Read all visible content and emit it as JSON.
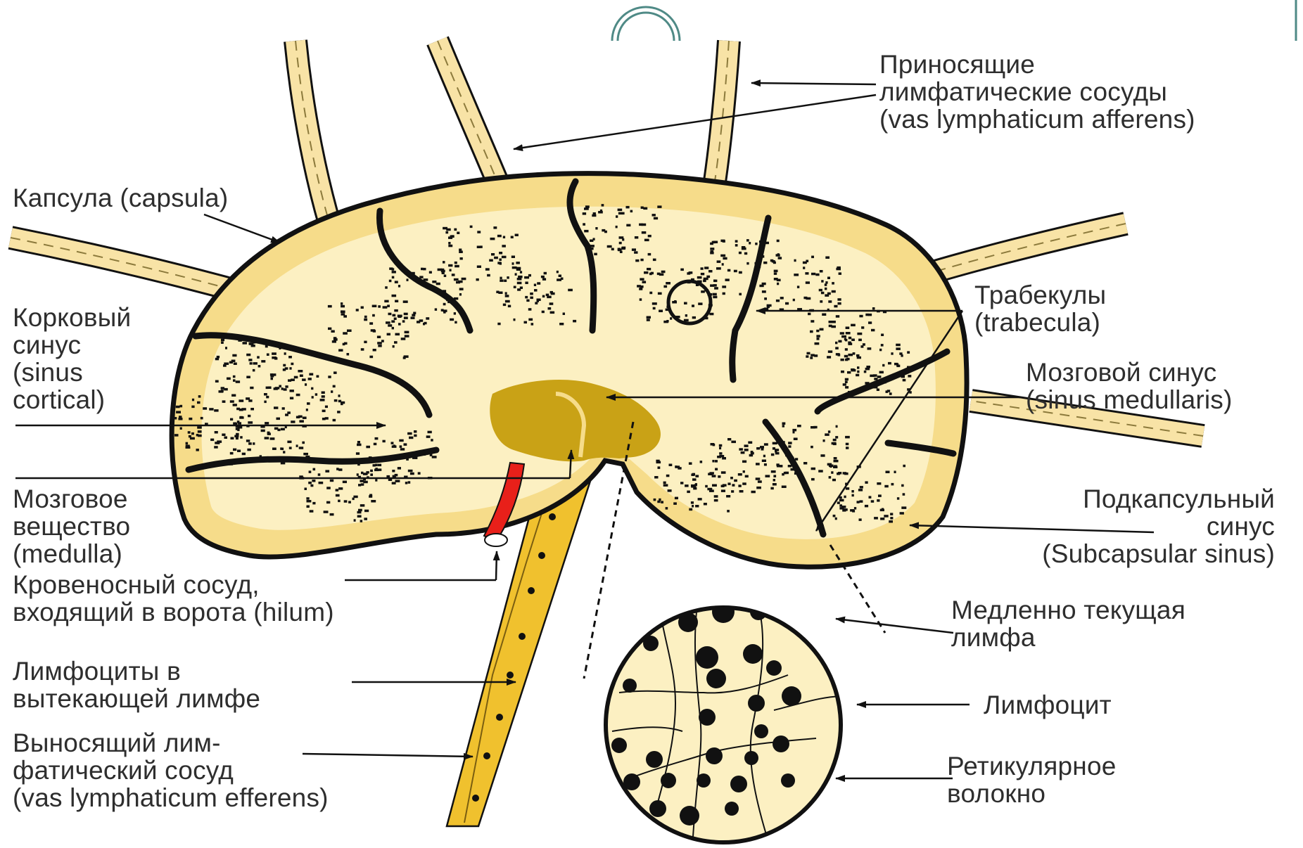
{
  "colors": {
    "tissue": "#fcf0c2",
    "capsule_fill": "#f6dc8a",
    "vessel": "#f8e3a6",
    "outline": "#111111",
    "efferent": "#f0c12e",
    "hilum": "#c9a216",
    "blood": "#e8201a",
    "ring": "#4f8a86"
  },
  "icons": [
    "header-arc-icon",
    "lymph-node-illustration",
    "magnified-detail-circle"
  ],
  "labels": {
    "afferent": [
      "Приносящие",
      "лимфатические сосуды",
      "(vas lymphaticum afferens)"
    ],
    "capsule": [
      "Капсула (capsula)"
    ],
    "cortical_sinus": [
      "Корковый",
      "синус",
      "(sinus",
      "cortical)"
    ],
    "medulla": [
      "Мозговое",
      "вещество",
      "(medulla)"
    ],
    "blood_vessel": [
      "Кровеносный сосуд,",
      "входящий в ворота (hilum)"
    ],
    "lymphocytes_out": [
      "Лимфоциты в",
      "вытекающей лимфе"
    ],
    "efferent": [
      "Выносящий лим-",
      "фатический сосуд",
      "(vas lymphaticum efferens)"
    ],
    "trabeculae": [
      "Трабекулы",
      "(trabecula)"
    ],
    "medullary_sinus": [
      "Мозговой синус",
      "(sinus medullaris)"
    ],
    "subcapsular": [
      "Подкапсульный",
      "синус",
      "(Subcapsular sinus)"
    ],
    "slow_lymph": [
      "Медленно текущая",
      "лимфа"
    ],
    "lymphocyte": [
      "Лимфоцит"
    ],
    "reticular": [
      "Ретикулярное",
      "волокно"
    ]
  }
}
